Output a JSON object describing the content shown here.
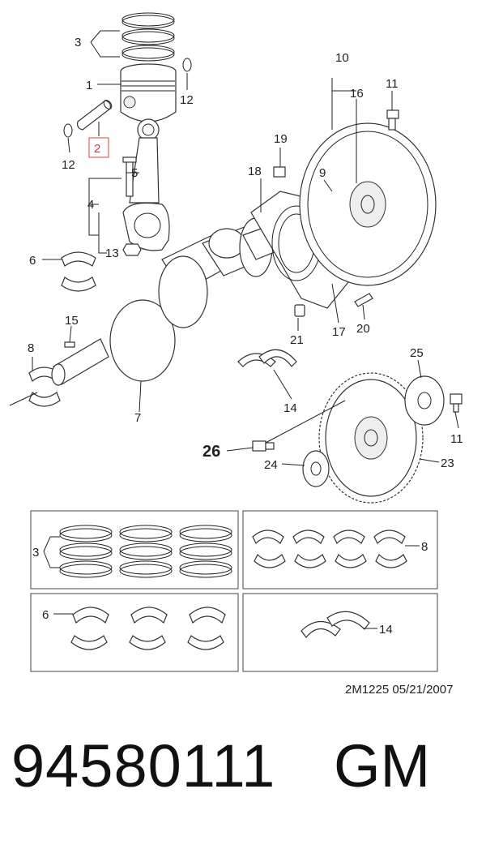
{
  "diagram": {
    "callouts": {
      "c1": "1",
      "c2": "2",
      "c3": "3",
      "c4": "4",
      "c5": "5",
      "c6": "6",
      "c7": "7",
      "c8": "8",
      "c9": "9",
      "c10": "10",
      "c11": "11",
      "c12": "12",
      "c13": "13",
      "c14": "14",
      "c15": "15",
      "c16": "16",
      "c17": "17",
      "c18": "18",
      "c19": "19",
      "c20": "20",
      "c21": "21",
      "c23": "23",
      "c24": "24",
      "c25": "25",
      "c26": "26"
    },
    "highlighted_callout": "2",
    "highlight_color": "#e06060",
    "drawing_code": "2M1225  05/21/2007"
  },
  "footer": {
    "part_number": "94580111",
    "brand": "GM"
  }
}
